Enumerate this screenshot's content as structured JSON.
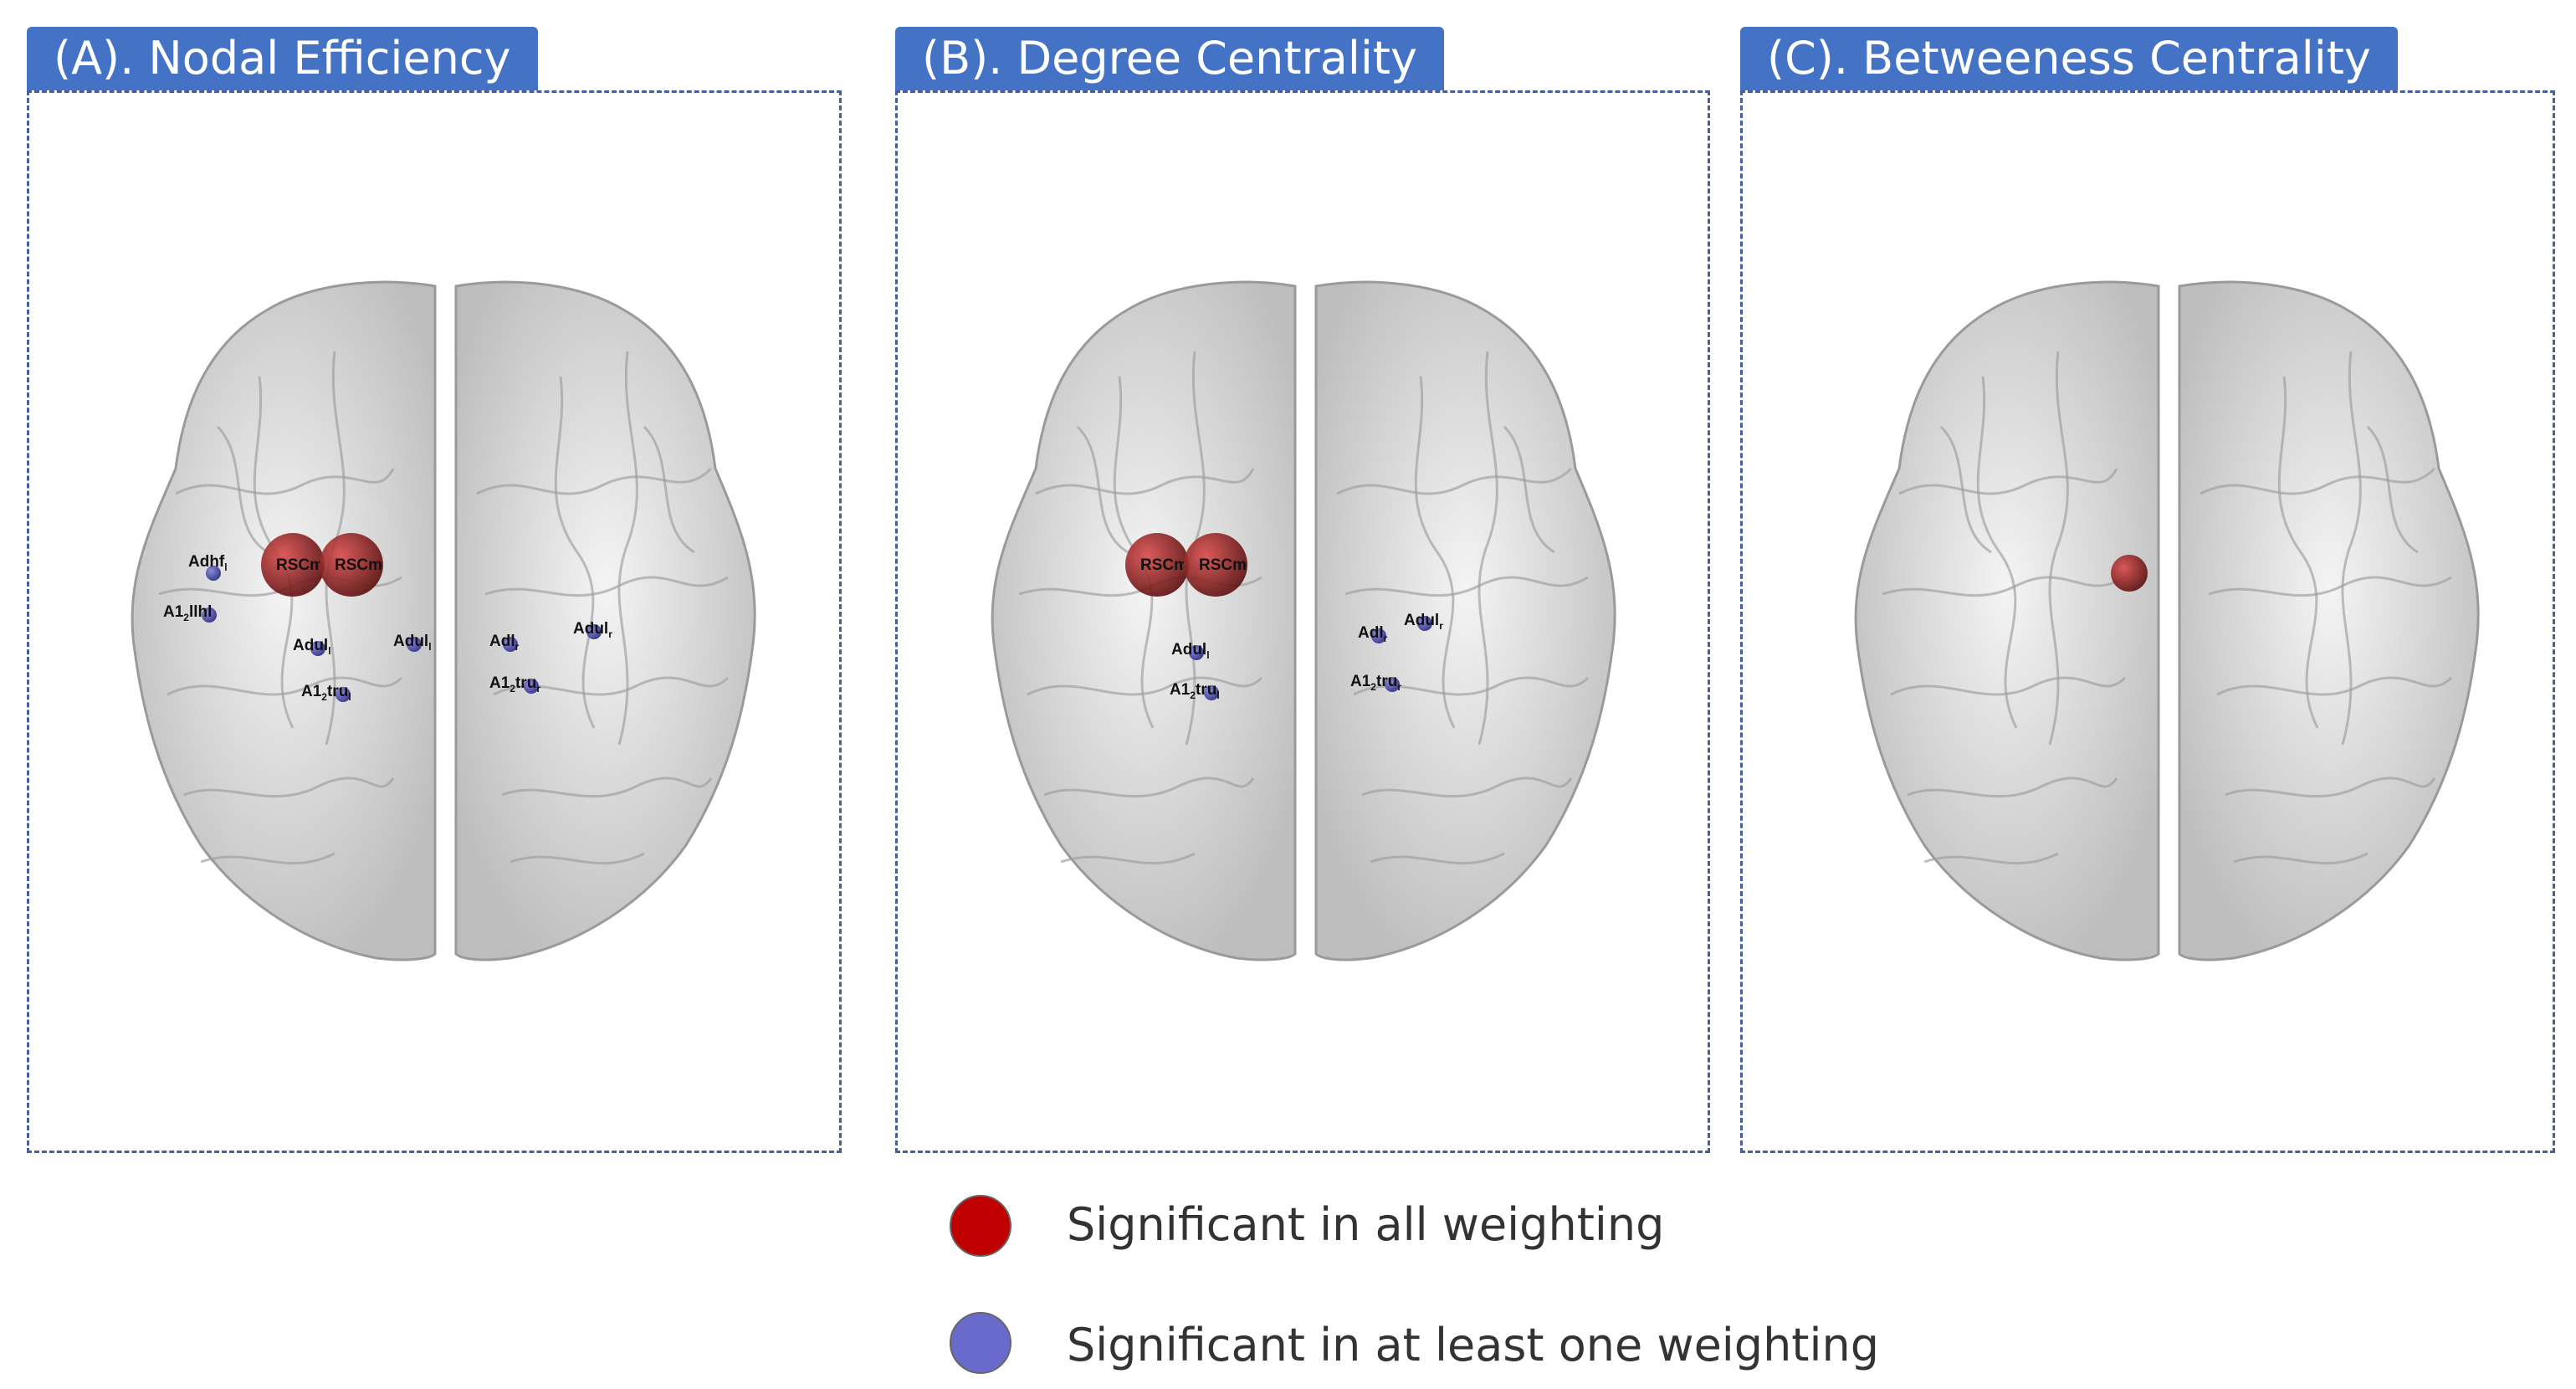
{
  "panels": [
    {
      "title": "(A). Nodal Efficiency",
      "red_nodes": [
        {
          "label": "RSCm"
        },
        {
          "label": "RSCm"
        }
      ],
      "blue_nodes": [
        {
          "label": "Adhf",
          "sub": "l"
        },
        {
          "label": "A1",
          "sub": "2",
          "suffix": "llhl"
        },
        {
          "label": "Adul",
          "sub": "l"
        },
        {
          "label": "Adul",
          "sub": "l"
        },
        {
          "label": "A1",
          "sub": "2",
          "suffix": "tru",
          "sub2": "l"
        },
        {
          "label": "Adl",
          "sub": "r"
        },
        {
          "label": "Adul",
          "sub": "r"
        },
        {
          "label": "A1",
          "sub": "2",
          "suffix": "tru",
          "sub2": "r"
        }
      ]
    },
    {
      "title": "(B). Degree Centrality",
      "red_nodes": [
        {
          "label": "RSCm"
        },
        {
          "label": "RSCm"
        }
      ],
      "blue_nodes": [
        {
          "label": "Adul",
          "sub": "l"
        },
        {
          "label": "A1",
          "sub": "2",
          "suffix": "tru",
          "sub2": "l"
        },
        {
          "label": "Adl",
          "sub": "r"
        },
        {
          "label": "Adul",
          "sub": "r"
        },
        {
          "label": "A1",
          "sub": "2",
          "suffix": "tru",
          "sub2": "r"
        }
      ]
    },
    {
      "title": "(C). Betweeness Centrality",
      "red_nodes": [
        {
          "label": ""
        }
      ],
      "blue_nodes": []
    }
  ],
  "legend": {
    "items": [
      {
        "label": "Significant in all weighting",
        "color": "#c00000"
      },
      {
        "label": "Significant in at least one weighting",
        "color": "#6a6acc"
      }
    ]
  },
  "colors": {
    "tab": "#4472c4",
    "border": "#4a5f9a",
    "red_node": "#a32222",
    "blue_node": "#5a5aaa",
    "brain": "#d9d9d9"
  }
}
